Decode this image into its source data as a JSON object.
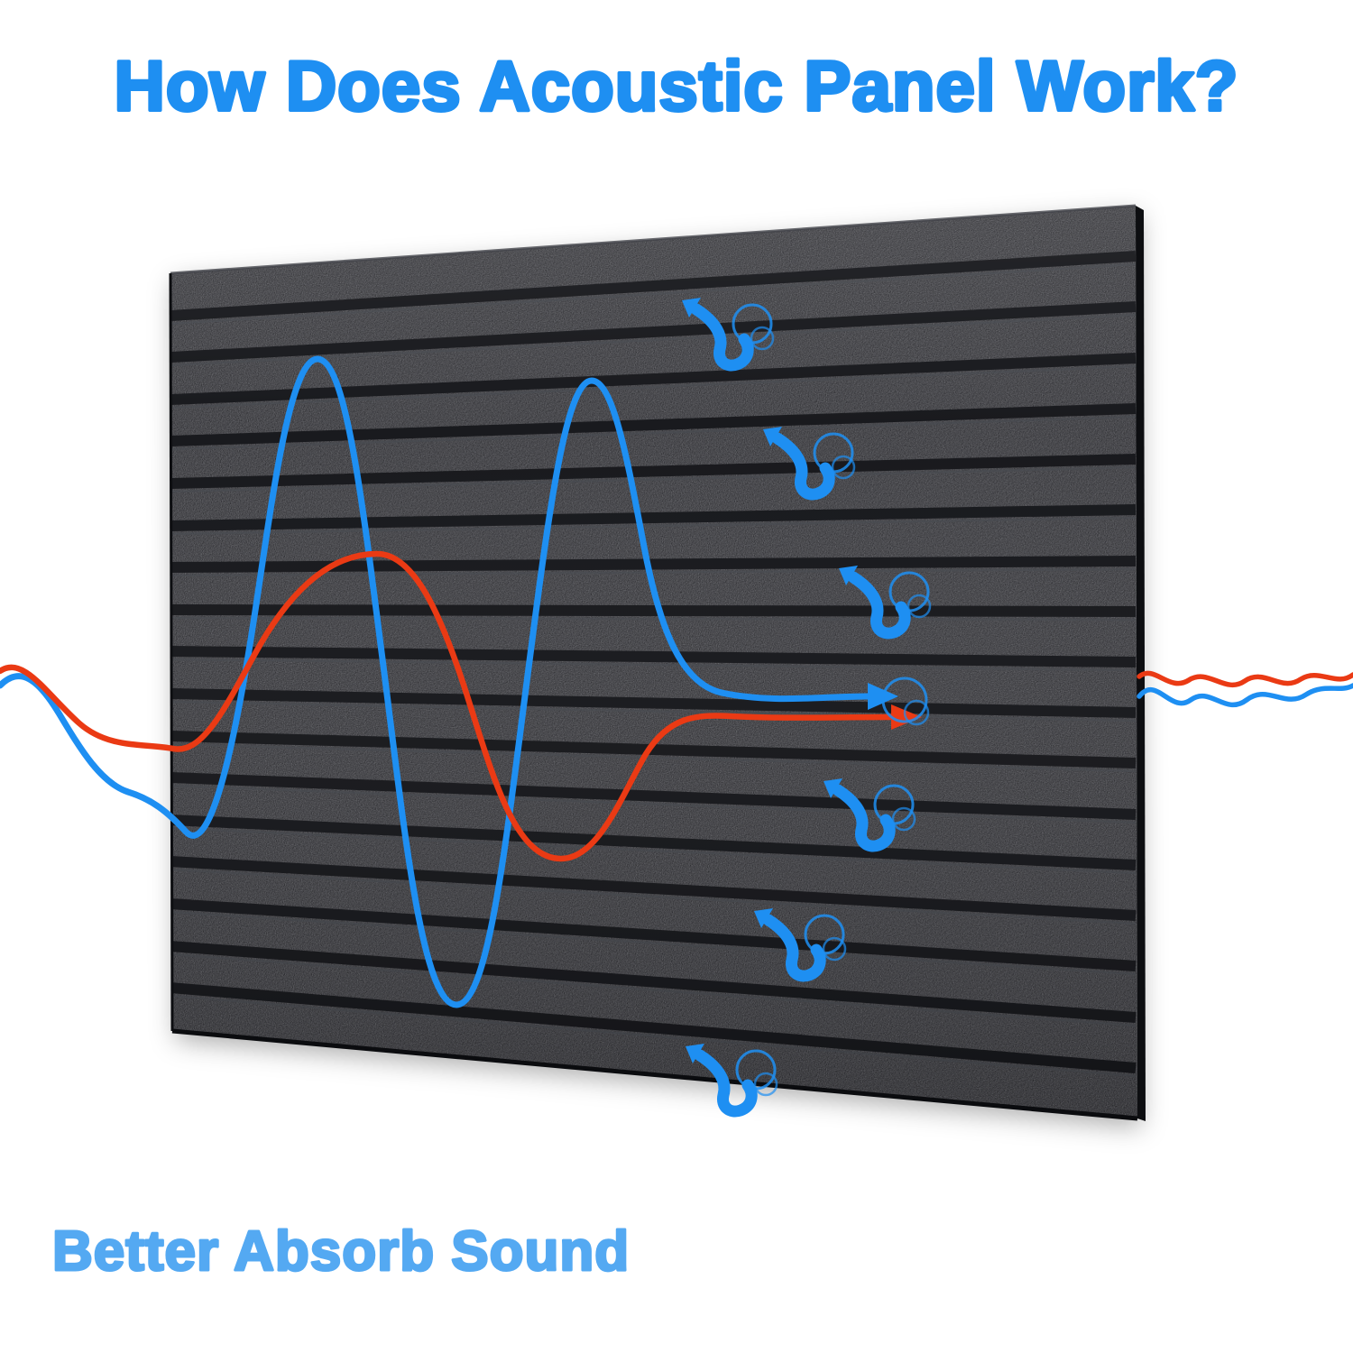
{
  "title": {
    "text": "How Does Acoustic Panel Work?"
  },
  "caption": {
    "text": "Better Absorb Sound"
  },
  "colors": {
    "accent_blue": "#1E8FF2",
    "caption_blue": "#54A9F2",
    "wave_red": "#EA3A14",
    "panel_dark": "#27282C",
    "panel_groove": "#141519",
    "background": "#FFFFFF"
  },
  "panel": {
    "groove_count": 17
  },
  "absorb_arrows": {
    "count": 7
  },
  "icons": {
    "absorb_arrow": "curved-up-left-arrow-icon",
    "ripples": "concentric-ripple-circles-icon"
  }
}
